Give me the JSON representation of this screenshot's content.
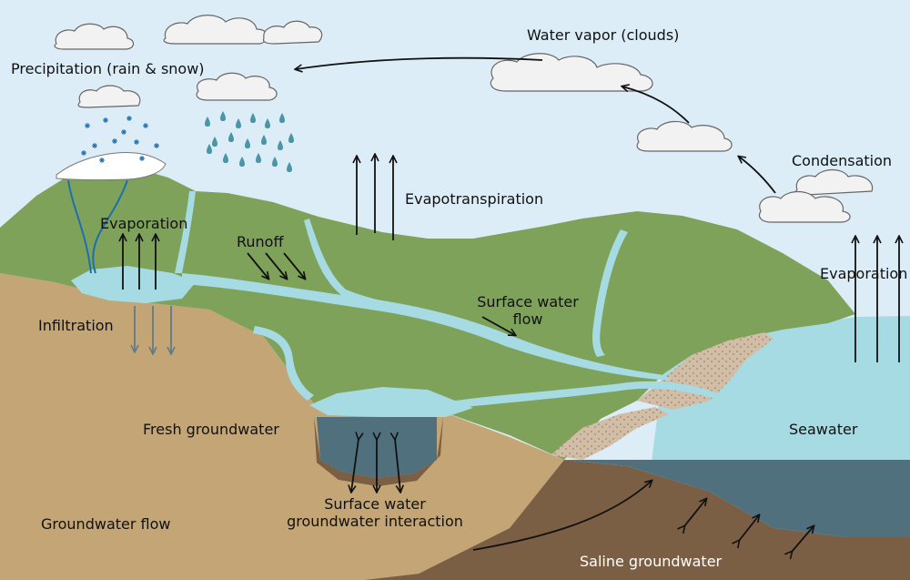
{
  "labels": {
    "water_vapor": "Water vapor (clouds)",
    "precipitation": "Precipitation (rain & snow)",
    "condensation": "Condensation",
    "evapotranspiration": "Evapotranspiration",
    "evaporation_land": "Evaporation",
    "evaporation_sea": "Evaporation",
    "runoff": "Runoff",
    "infiltration": "Infiltration",
    "surface_flow_1": "Surface water",
    "surface_flow_2": "flow",
    "fresh_groundwater": "Fresh groundwater",
    "seawater": "Seawater",
    "interaction_1": "Surface water",
    "interaction_2": "groundwater interaction",
    "groundwater_flow": "Groundwater flow",
    "saline_groundwater": "Saline groundwater"
  },
  "colors": {
    "sky": "#dcedf7",
    "land": "#7ea25a",
    "soil": "#c4a676",
    "water": "#a6dbe3",
    "deep_soil": "#7b5f45",
    "saline_water": "#50707e",
    "cloud": "#f2f2f2",
    "snow": "#ffffff",
    "sand": "#d2bda6",
    "rain": "#4b96a6",
    "stream": "#1e6fb0"
  }
}
